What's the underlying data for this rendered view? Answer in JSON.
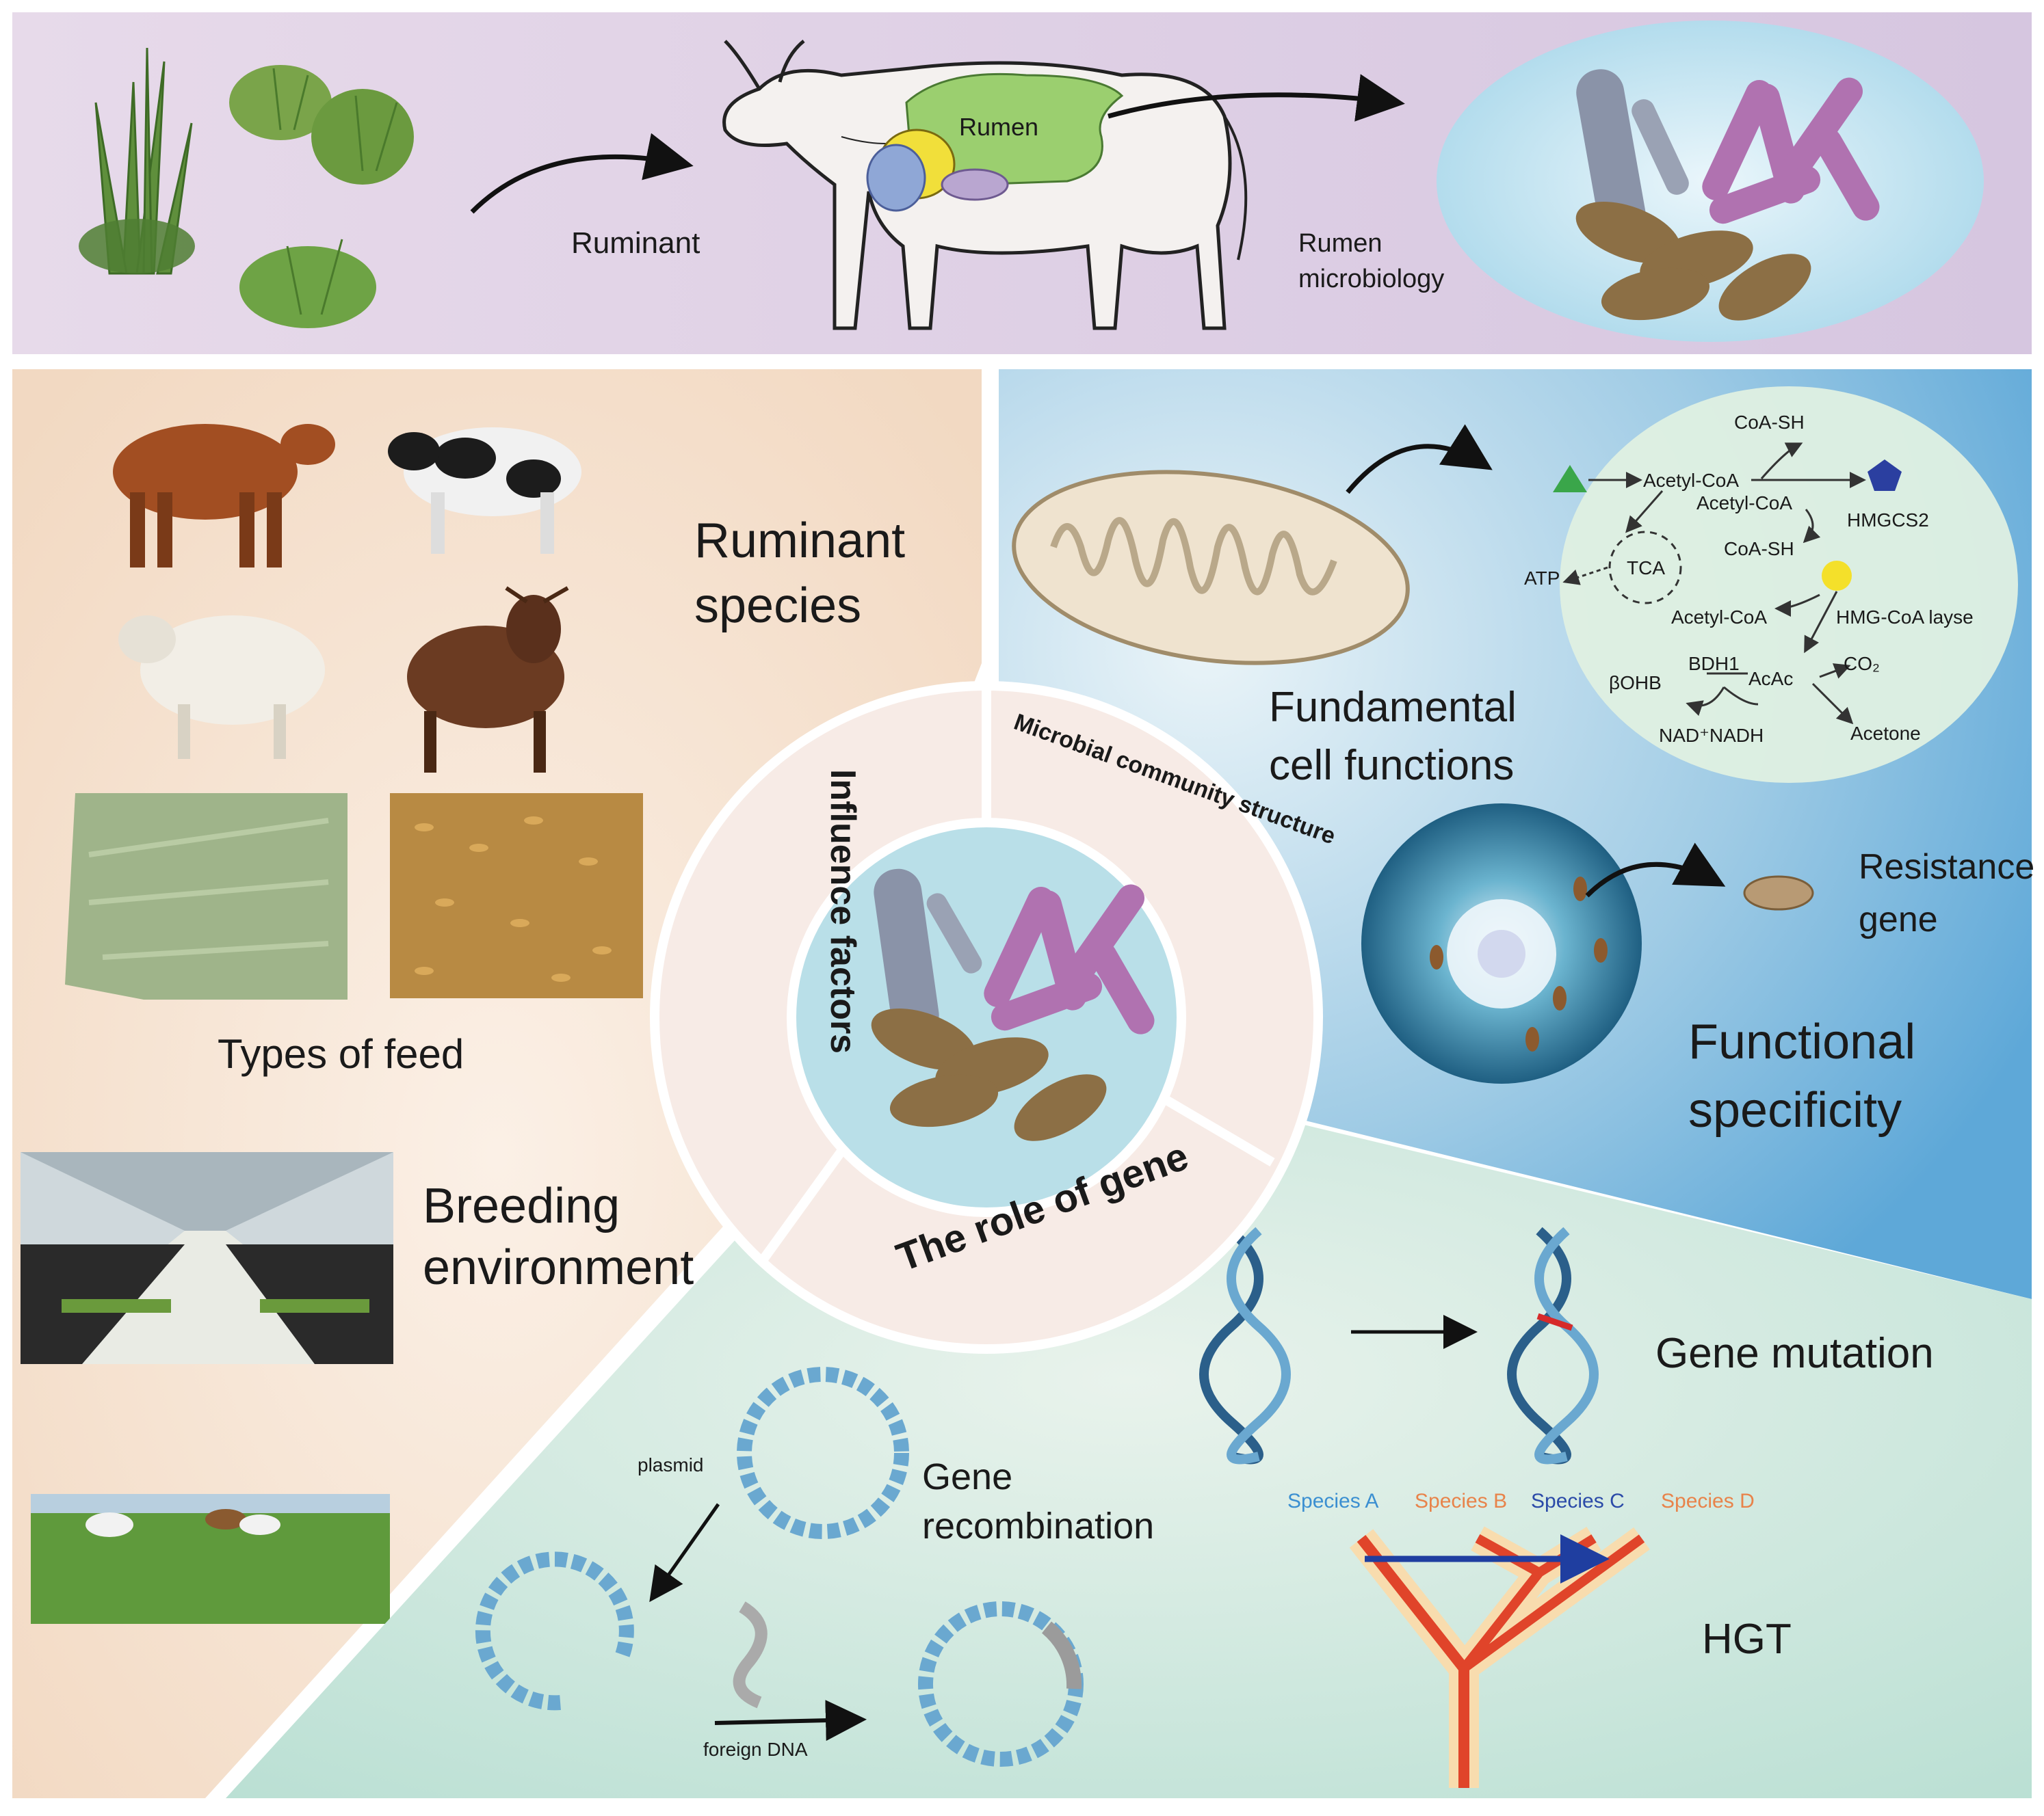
{
  "top": {
    "ruminant_label": "Ruminant",
    "rumen_label": "Rumen",
    "microbiology_line1": "Rumen",
    "microbiology_line2": "microbiology"
  },
  "left": {
    "species_line1": "Ruminant",
    "species_line2": "species",
    "feed_label": "Types of feed",
    "environment_line1": "Breeding",
    "environment_line2": "environment"
  },
  "center": {
    "influence_factors": "Influence factors",
    "microbial_structure": "Microbial community structure",
    "role_of_gene": "The role of gene"
  },
  "metabolism": {
    "coa_sh_top": "CoA-SH",
    "acetyl_coa_1": "Acetyl-CoA",
    "acetyl_coa_2": "Acetyl-CoA",
    "hmgcs2": "HMGCS2",
    "coa_sh_mid": "CoA-SH",
    "tca": "TCA",
    "atp": "ATP",
    "acetyl_coa_3": "Acetyl-CoA",
    "hmg_coa_lyase": "HMG-CoA layse",
    "co2": "CO₂",
    "bdh1": "BDH1",
    "bohb": "βOHB",
    "acac": "AcAc",
    "nad": "NAD⁺NADH",
    "acetone": "Acetone"
  },
  "right": {
    "cell_functions_line1": "Fundamental",
    "cell_functions_line2": "cell functions",
    "resistance_line1": "Resistance",
    "resistance_line2": "gene",
    "specificity_line1": "Functional",
    "specificity_line2": "specificity"
  },
  "genes": {
    "mutation": "Gene mutation",
    "plasmid": "plasmid",
    "recombination_line1": "Gene",
    "recombination_line2": "recombination",
    "foreign_dna": "foreign DNA",
    "hgt": "HGT",
    "species_a": "Species A",
    "species_b": "Species B",
    "species_c": "Species C",
    "species_d": "Species D"
  },
  "colors": {
    "top_band": "#dccde3",
    "left_panel": "#f7e3cf",
    "right_panel": "#9ccbe6",
    "bottom_panel": "#cfe8e0",
    "species_blue": "#3b8fd1",
    "species_orange": "#e8834a",
    "species_darkblue": "#2b4aa8"
  }
}
